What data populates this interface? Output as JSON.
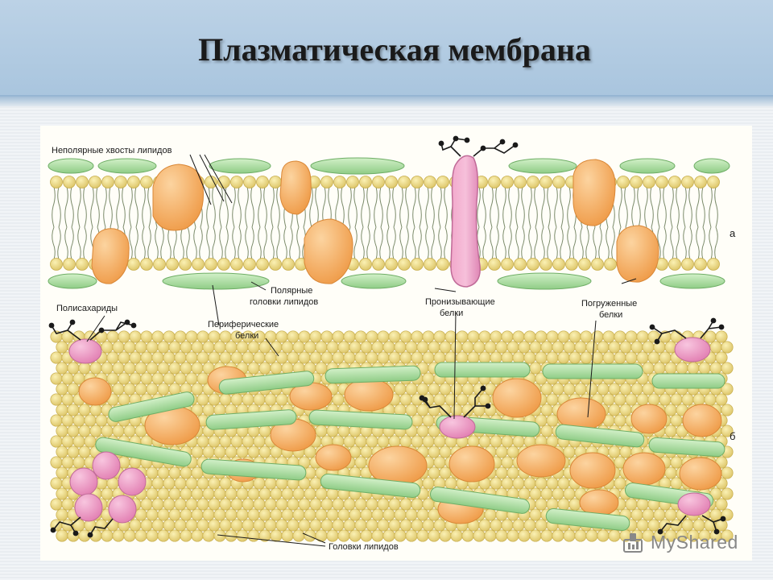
{
  "slide": {
    "title": "Плазматическая мембрана",
    "watermark": "MyShared",
    "colors": {
      "header": "#aec8e0",
      "lipid_head": "#f0dd8c",
      "peripheral_protein": "#a9dca0",
      "integral_protein": "#f5a95c",
      "transmembrane_protein": "#ee8fb8",
      "polysaccharide": "#e884b8"
    }
  },
  "diagram": {
    "labels": {
      "nonpolar_tails": "Неполярные хвосты липидов",
      "polar_heads_1": "Полярные",
      "polar_heads_2": "головки липидов",
      "polysaccharides": "Полисахариды",
      "peripheral_1": "Периферические",
      "peripheral_2": "белки",
      "transmembrane_1": "Пронизывающие",
      "transmembrane_2": "белки",
      "embedded_1": "Погруженные",
      "embedded_2": "белки",
      "lipid_heads": "Головки липидов",
      "panel_a": "а",
      "panel_b": "б"
    },
    "icons": [
      "polysaccharide-chain-icon",
      "share-icon"
    ]
  }
}
